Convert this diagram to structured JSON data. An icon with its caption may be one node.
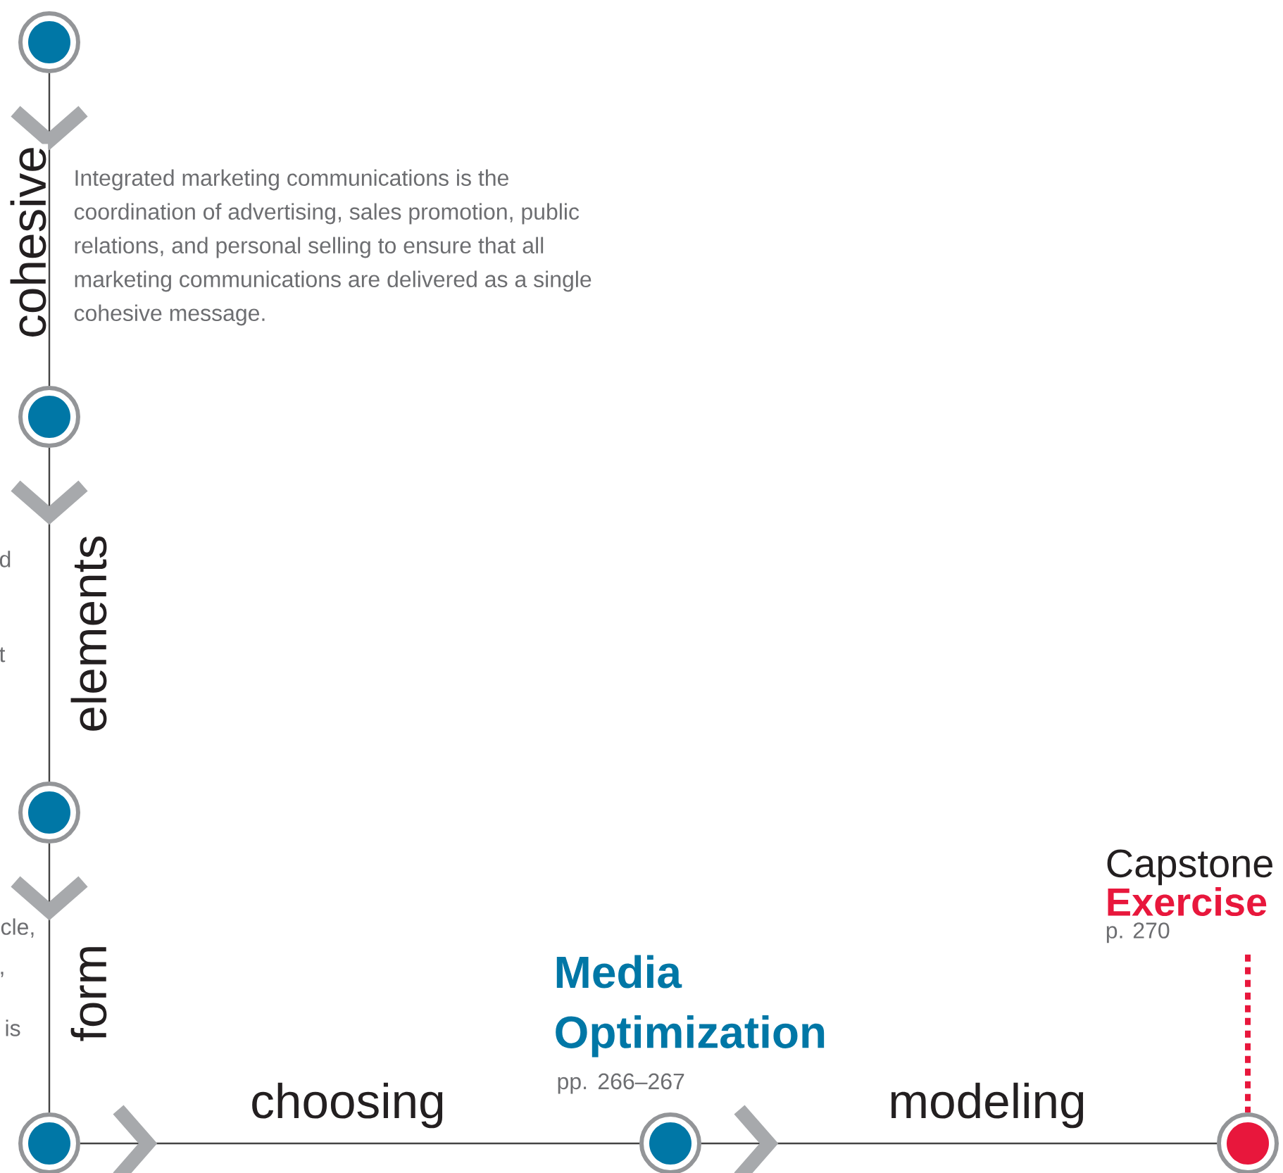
{
  "diagram": {
    "nodes": [
      {
        "text": [],
        "shape": "circle"
      },
      {
        "text": [],
        "shape": "circle"
      },
      {
        "text": [],
        "shape": "circle"
      },
      {
        "text": [],
        "shape": "circle"
      },
      {
        "text": [],
        "shape": "circle",
        "beside": [
          "Media Optimization",
          "pp. 266–267"
        ]
      },
      {
        "text": [],
        "shape": "circle"
      },
      {
        "text": [
          "Capstone",
          "Exercise",
          "p. 270"
        ]
      }
    ],
    "edges": [
      {
        "from": 0,
        "to": 1,
        "arrow": "to",
        "label": "cohesive"
      },
      {
        "from": 1,
        "to": 2,
        "arrow": "to",
        "label": "elements"
      },
      {
        "from": 2,
        "to": 3,
        "arrow": "to",
        "label": "form"
      },
      {
        "from": 3,
        "to": 4,
        "arrow": "to",
        "label": "choosing"
      },
      {
        "from": 4,
        "to": 5,
        "arrow": "to",
        "label": "modeling"
      },
      {
        "from": 6,
        "to": 5,
        "arrow": "none",
        "style": "dashed",
        "color": "#e8173c"
      }
    ],
    "labels": [
      "Integrated marketing communications is the coordination of advertising, sales promotion, public relations, and personal selling to ensure that all marketing communications are delivered as a single cohesive message.",
      "d",
      "t",
      "cle,",
      ",",
      "is"
    ]
  }
}
